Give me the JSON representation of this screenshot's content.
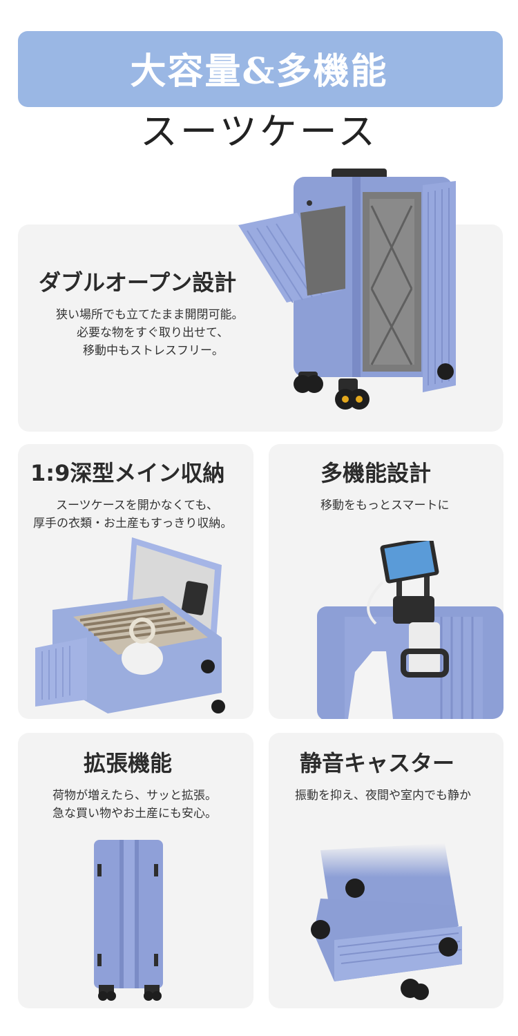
{
  "banner": {
    "title": "大容量&多機能",
    "subtitle": "スーツケース"
  },
  "features": {
    "double_open": {
      "title": "ダブルオープン設計",
      "lines": [
        "狭い場所でも立てたまま開閉可能。",
        "必要な物をすぐ取り出せて、",
        "移動中もストレスフリー。"
      ]
    },
    "deep_storage": {
      "title": "1:9深型メイン収納",
      "lines": [
        "スーツケースを開かなくても、",
        "厚手の衣類・お土産もすっきり収納。"
      ]
    },
    "multi_function": {
      "title": "多機能設計",
      "lines": [
        "移動をもっとスマートに"
      ]
    },
    "expansion": {
      "title": "拡張機能",
      "lines": [
        "荷物が増えたら、サッと拡張。",
        "急な買い物やお土産にも安心。"
      ]
    },
    "silent_caster": {
      "title": "静音キャスター",
      "lines": [
        "振動を抑え、夜間や室内でも静か"
      ]
    }
  },
  "colors": {
    "banner": "#9ab7e4",
    "suitcase": "#8d9fd6",
    "suitcase_dark": "#6f80b8",
    "card": "#f3f3f3"
  }
}
